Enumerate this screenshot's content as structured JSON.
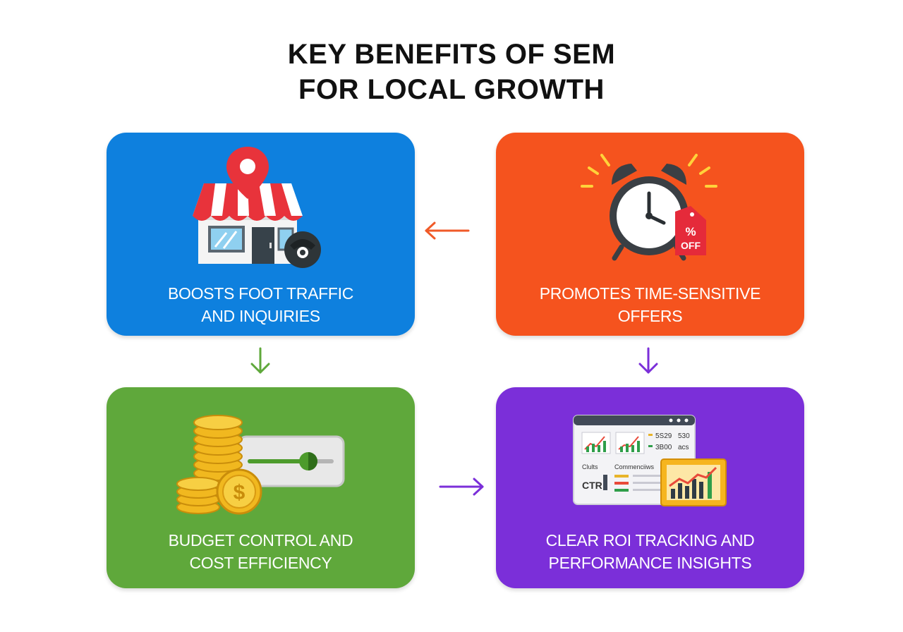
{
  "title": {
    "line1": "KEY BENEFITS OF SEM",
    "line2": "FOR LOCAL GROWTH"
  },
  "colors": {
    "blue": "#0E80DE",
    "orange": "#F5531E",
    "green": "#5FA83B",
    "purple": "#7B2FD9",
    "arrow_orange": "#F05A28",
    "arrow_green": "#5FA83B",
    "arrow_purple": "#7B2FD9"
  },
  "cards": [
    {
      "id": "foot-traffic",
      "line1": "BOOSTS FOOT TRAFFIC",
      "line2": "AND INQUIRIES",
      "icon": "storefront-location-icon"
    },
    {
      "id": "time-sensitive",
      "line1": "PROMOTES TIME-SENSITIVE",
      "line2": "OFFERS",
      "icon": "alarm-clock-discount-icon"
    },
    {
      "id": "budget",
      "line1": "BUDGET CONTROL AND",
      "line2": "COST EFFICIENCY",
      "icon": "coins-slider-icon"
    },
    {
      "id": "roi",
      "line1": "CLEAR ROI TRACKING AND",
      "line2": "PERFORMANCE INSIGHTS",
      "icon": "analytics-dashboard-icon"
    }
  ],
  "icon_text": {
    "discount_percent": "%",
    "discount_off": "OFF",
    "currency": "$",
    "dash_stat1": "5S29",
    "dash_stat1b": "530",
    "dash_stat2": "3B00",
    "dash_stat2b": "acs",
    "dash_clicks": "Clults",
    "dash_conversions": "Commenciiws",
    "dash_ctr": "CTR"
  }
}
